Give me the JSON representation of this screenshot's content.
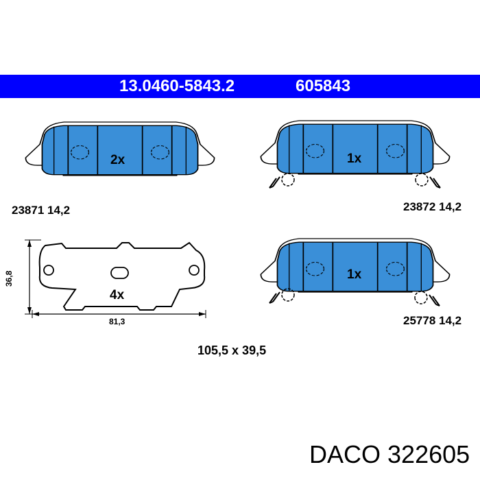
{
  "header": {
    "part_number": "13.0460-5843.2",
    "ref_number": "605843",
    "background_color": "#0000ff",
    "text_color": "#ffffff"
  },
  "pads": [
    {
      "id": "pad-top-left",
      "qty": "2x",
      "code": "23871 14,2"
    },
    {
      "id": "pad-top-right",
      "qty": "1x",
      "code": "23872 14,2"
    },
    {
      "id": "pad-bottom-right",
      "qty": "1x",
      "code": "25778 14,2"
    }
  ],
  "shim": {
    "qty": "4x",
    "height_label": "36,8",
    "width_label": "81,3"
  },
  "dimensions": "105,5 x 39,5",
  "footer": {
    "brand": "DACO",
    "part": "322605"
  },
  "colors": {
    "pad_fill": "#3a8fd8",
    "outline": "#000000"
  }
}
